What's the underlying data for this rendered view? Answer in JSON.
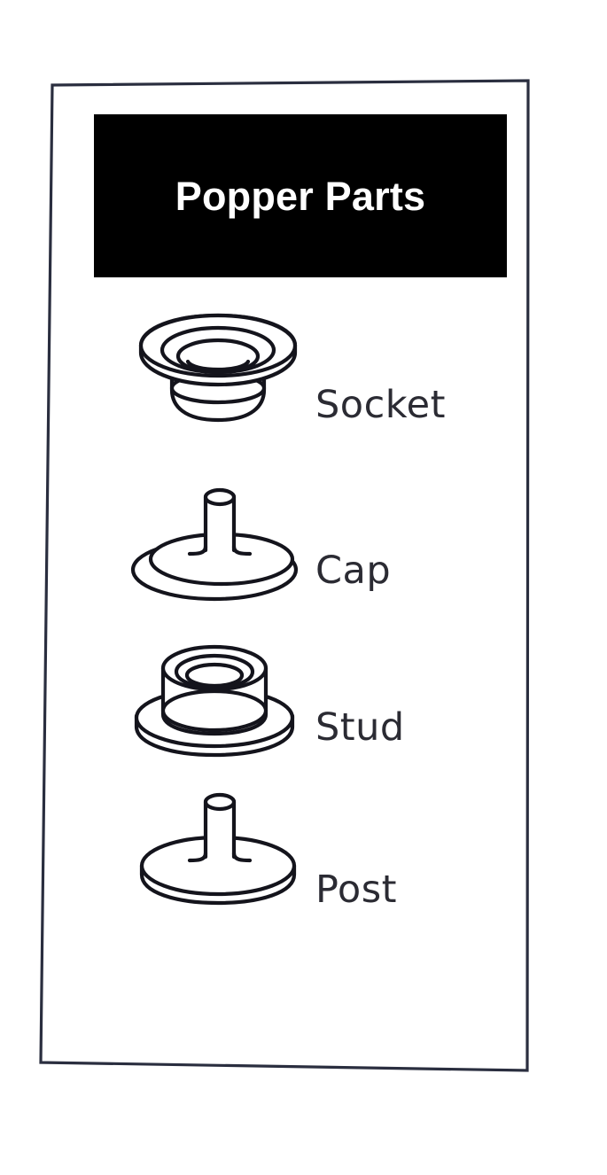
{
  "poster": {
    "background_color": "#ffffff",
    "frame_color": "#2a2e3f",
    "banner_color": "#000000",
    "label_color": "#2b2b33",
    "line_color": "#14141c"
  },
  "header": {
    "title": "Popper Parts"
  },
  "parts": [
    {
      "label": "Socket",
      "icon": "socket-ring-icon"
    },
    {
      "label": "Cap",
      "icon": "cap-disc-post-icon"
    },
    {
      "label": "Stud",
      "icon": "stud-flange-collar-icon"
    },
    {
      "label": "Post",
      "icon": "post-disc-pin-icon"
    }
  ]
}
